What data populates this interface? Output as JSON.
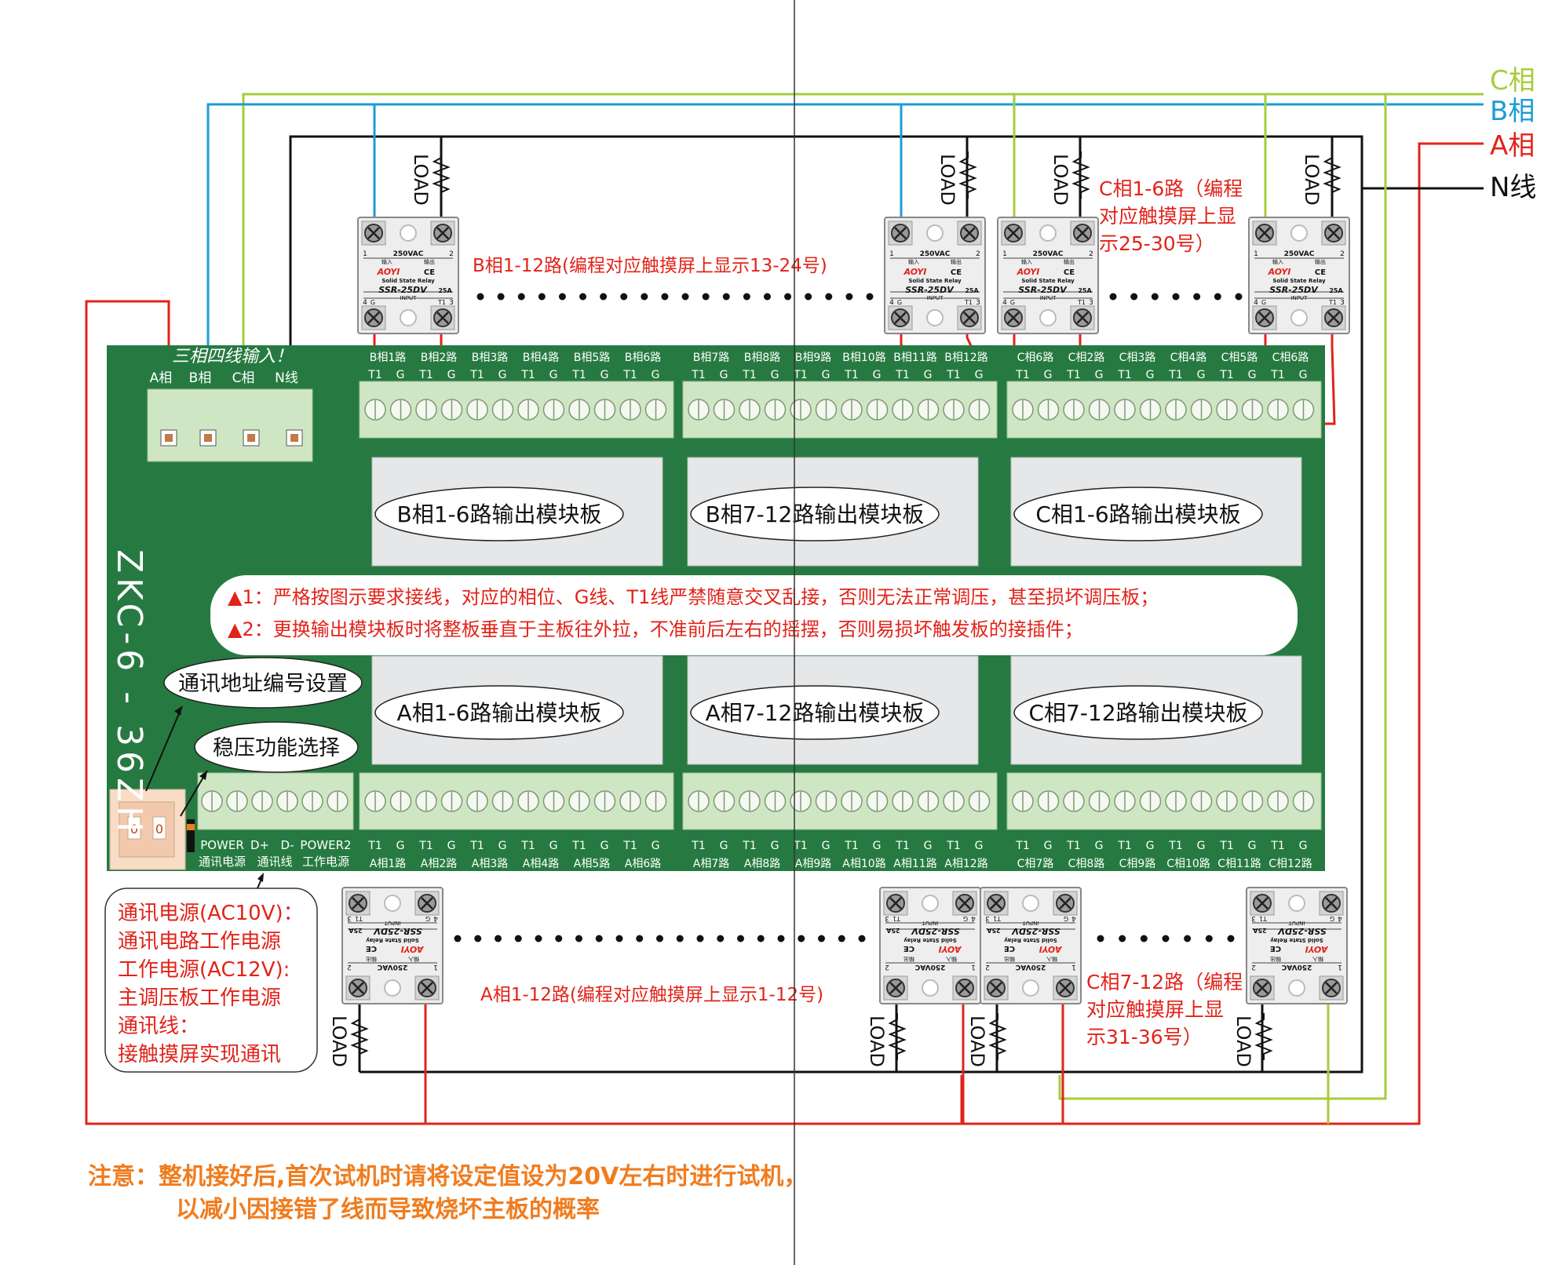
{
  "phase_labels": {
    "c": "C相",
    "b": "B相",
    "a": "A相",
    "n": "N线"
  },
  "colors": {
    "board": "#267a41",
    "terminal": "#cfe6c4",
    "phase_a": "#e2231a",
    "phase_b": "#1c9bd7",
    "phase_c": "#a6cd39",
    "neutral": "#111111",
    "warning": "#e2231a",
    "note": "#f07c1e"
  },
  "board": {
    "model": "ZKC-6 - 36ZH",
    "input_title": "三相四线输入！",
    "input_terminals": [
      "A相",
      "B相",
      "C相",
      "N线"
    ]
  },
  "top_terminal_groups": [
    {
      "labels": [
        "B相1路",
        "B相2路",
        "B相3路",
        "B相4路",
        "B相5路",
        "B相6路"
      ]
    },
    {
      "labels": [
        "B相7路",
        "B相8路",
        "B相9路",
        "B相10路",
        "B相11路",
        "B相12路"
      ]
    },
    {
      "labels": [
        "C相6路",
        "C相2路",
        "C相3路",
        "C相4路",
        "C相5路",
        "C相6路"
      ]
    }
  ],
  "bottom_terminal_groups": [
    {
      "labels": [
        "A相1路",
        "A相2路",
        "A相3路",
        "A相4路",
        "A相5路",
        "A相6路"
      ]
    },
    {
      "labels": [
        "A相7路",
        "A相8路",
        "A相9路",
        "A相10路",
        "A相11路",
        "A相12路"
      ]
    },
    {
      "labels": [
        "C相7路",
        "C相8路",
        "C相9路",
        "C相10路",
        "C相11路",
        "C相12路"
      ]
    }
  ],
  "pin_labels": {
    "t1": "T1",
    "g": "G"
  },
  "comm_terminals": {
    "top_labels": [
      "POWER",
      "D+",
      "D-",
      "POWER2"
    ],
    "bottom_labels": [
      "通讯电源",
      "通讯线",
      "工作电源"
    ]
  },
  "modules_top": [
    "B相1-6路输出模块板",
    "B相7-12路输出模块板",
    "C相1-6路输出模块板"
  ],
  "modules_bottom": [
    "A相1-6路输出模块板",
    "A相7-12路输出模块板",
    "C相7-12路输出模块板"
  ],
  "warnings": [
    "▲1：严格按图示要求接线，对应的相位、G线、T1线严禁随意交叉乱接，否则无法正常调压，甚至损坏调压板；",
    "▲2：更换输出模块板时将整板垂直于主板往外拉，不准前后左右的摇摆，否则易损坏触发板的接插件；"
  ],
  "settings": {
    "address": "通讯地址编号设置",
    "regulation": "稳压功能选择",
    "dip_values": [
      "0",
      "0"
    ]
  },
  "relay": {
    "model": "SSR-25DV",
    "voltage": "250VAC",
    "current": "25A",
    "brand": "AOYI",
    "desc": "Solid State Relay",
    "input": "INPUT",
    "pins": [
      "1",
      "2",
      "3",
      "4"
    ],
    "ce": "CE",
    "out_cn": "输出",
    "in_cn": "输入",
    "pin_g": "G",
    "pin_t1": "T1",
    "load": "LOAD"
  },
  "annotations": {
    "b_phase": "B相1-12路(编程对应触摸屏上显示13-24号)",
    "c_phase_top": [
      "C相1-6路（编程",
      "对应触摸屏上显",
      "示25-30号）"
    ],
    "a_phase": "A相1-12路(编程对应触摸屏上显示1-12号)",
    "c_phase_bottom": [
      "C相7-12路（编程",
      "对应触摸屏上显",
      "示31-36号）"
    ]
  },
  "power_info": [
    "通讯电源(AC10V)：",
    "通讯电路工作电源",
    "工作电源(AC12V):",
    "主调压板工作电源",
    "通讯线：",
    "接触摸屏实现通讯"
  ],
  "note": {
    "line1": "注意：整机接好后,首次试机时请将设定值设为20V左右时进行试机，",
    "line2": "以减小因接错了线而导致烧坏主板的概率"
  }
}
